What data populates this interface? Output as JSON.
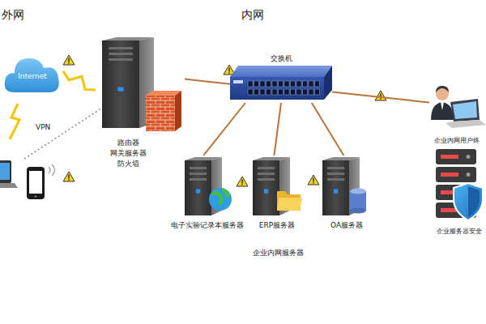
{
  "diagram": {
    "nodes": [
      {
        "text": [
          "Internet"
        ]
      },
      {
        "text": [
          "路由器 网关服务器 防火墙"
        ]
      },
      {
        "text": [
          "交换机"
        ]
      },
      {
        "text": [
          "电子实验记录本服务器"
        ]
      },
      {
        "text": [
          "ERP服务器"
        ]
      },
      {
        "text": [
          "OA服务器"
        ]
      },
      {
        "text": [
          "企业内网用户终"
        ]
      },
      {
        "text": [
          "企业服务器安全"
        ]
      }
    ],
    "edges": [
      {
        "from": 0,
        "to": 1,
        "arrow": "none"
      },
      {
        "from": 1,
        "to": 2,
        "arrow": "none"
      },
      {
        "from": 2,
        "to": 3,
        "arrow": "none"
      },
      {
        "from": 2,
        "to": 4,
        "arrow": "none"
      },
      {
        "from": 2,
        "to": 5,
        "arrow": "none"
      },
      {
        "from": 2,
        "to": 6,
        "arrow": "none"
      }
    ],
    "labels": [
      "外网",
      "内网",
      "VPN",
      "企业内网服务器"
    ]
  }
}
